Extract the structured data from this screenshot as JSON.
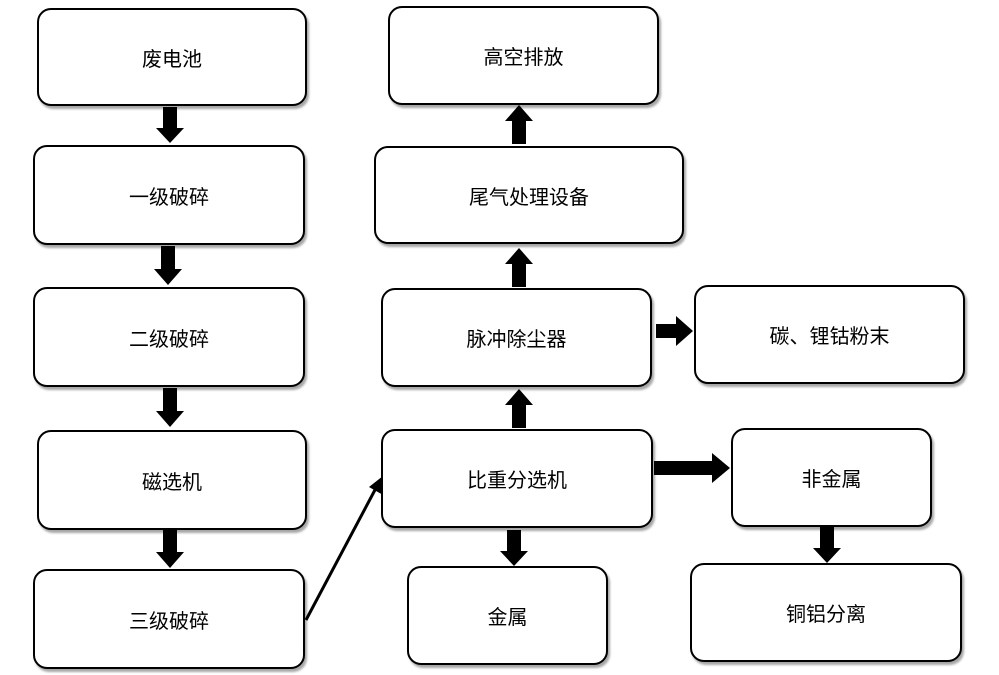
{
  "nodes": {
    "waste_battery": "废电池",
    "primary_crush": "一级破碎",
    "secondary_crush": "二级破碎",
    "magnetic_separator": "磁选机",
    "tertiary_crush": "三级破碎",
    "gravity_separator": "比重分选机",
    "pulse_dust_collector": "脉冲除尘器",
    "tail_gas_equipment": "尾气处理设备",
    "high_altitude_discharge": "高空排放",
    "carbon_powder": "碳、锂钴粉末",
    "non_metal": "非金属",
    "copper_aluminum": "铜铝分离",
    "metal": "金属"
  },
  "colors": {
    "stroke": "#000000",
    "background": "#ffffff"
  }
}
